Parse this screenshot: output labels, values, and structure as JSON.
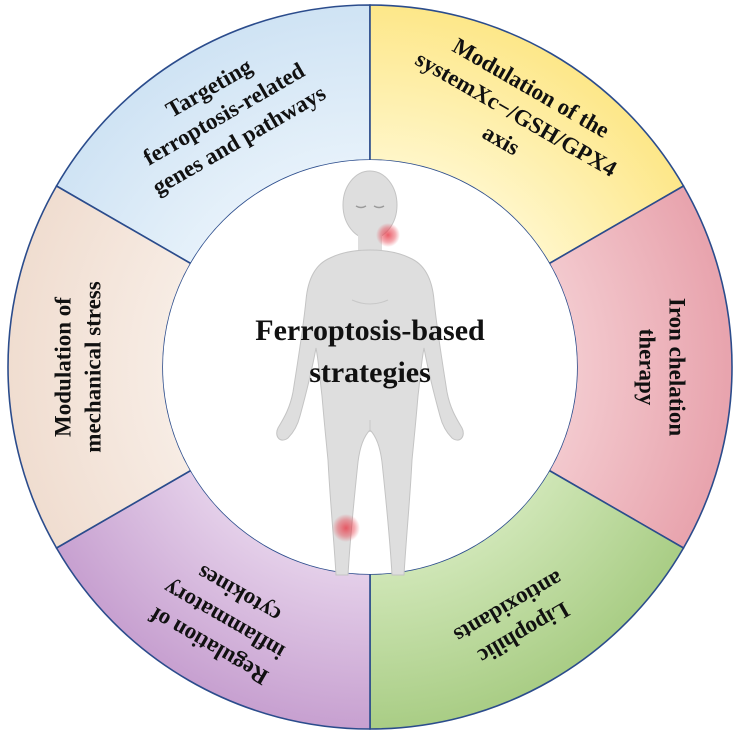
{
  "center": {
    "title_line1": "Ferroptosis-based",
    "title_line2": "strategies"
  },
  "segments": [
    {
      "id": "targeting",
      "lines": [
        "Targeting",
        "ferroptosis-related",
        "genes and pathways"
      ],
      "fill": "#cfe3f4",
      "fill_light": "#e6f1fa"
    },
    {
      "id": "systemxc",
      "lines": [
        "Modulation of the",
        "systemXc−/GSH/GPX4",
        "axis"
      ],
      "fill": "#fde789",
      "fill_light": "#fff6c8"
    },
    {
      "id": "iron",
      "lines": [
        "Iron chelation",
        "therapy"
      ],
      "fill": "#e8a3ad",
      "fill_light": "#f3c9ce"
    },
    {
      "id": "lipophilic",
      "lines": [
        "Lipophilic",
        "antioxidants"
      ],
      "fill": "#a9cd85",
      "fill_light": "#cfe6b6"
    },
    {
      "id": "inflammatory",
      "lines": [
        "Regulation of",
        "inflammatory",
        "cytokines"
      ],
      "fill": "#c7a0d0",
      "fill_light": "#e4cfe9"
    },
    {
      "id": "mechanical",
      "lines": [
        "Modulation of",
        "mechanical stress"
      ],
      "fill": "#f0ddd0",
      "fill_light": "#f7ece4"
    }
  ],
  "colors": {
    "segment_border": "#2b4c8c",
    "body_fill": "#dedede",
    "body_stroke": "#bdbdbd",
    "hotspot": "#e7424f",
    "text": "#111111"
  },
  "icons": {
    "figure": "human-body-icon",
    "hotspot": "inflammation-hotspot-icon"
  }
}
